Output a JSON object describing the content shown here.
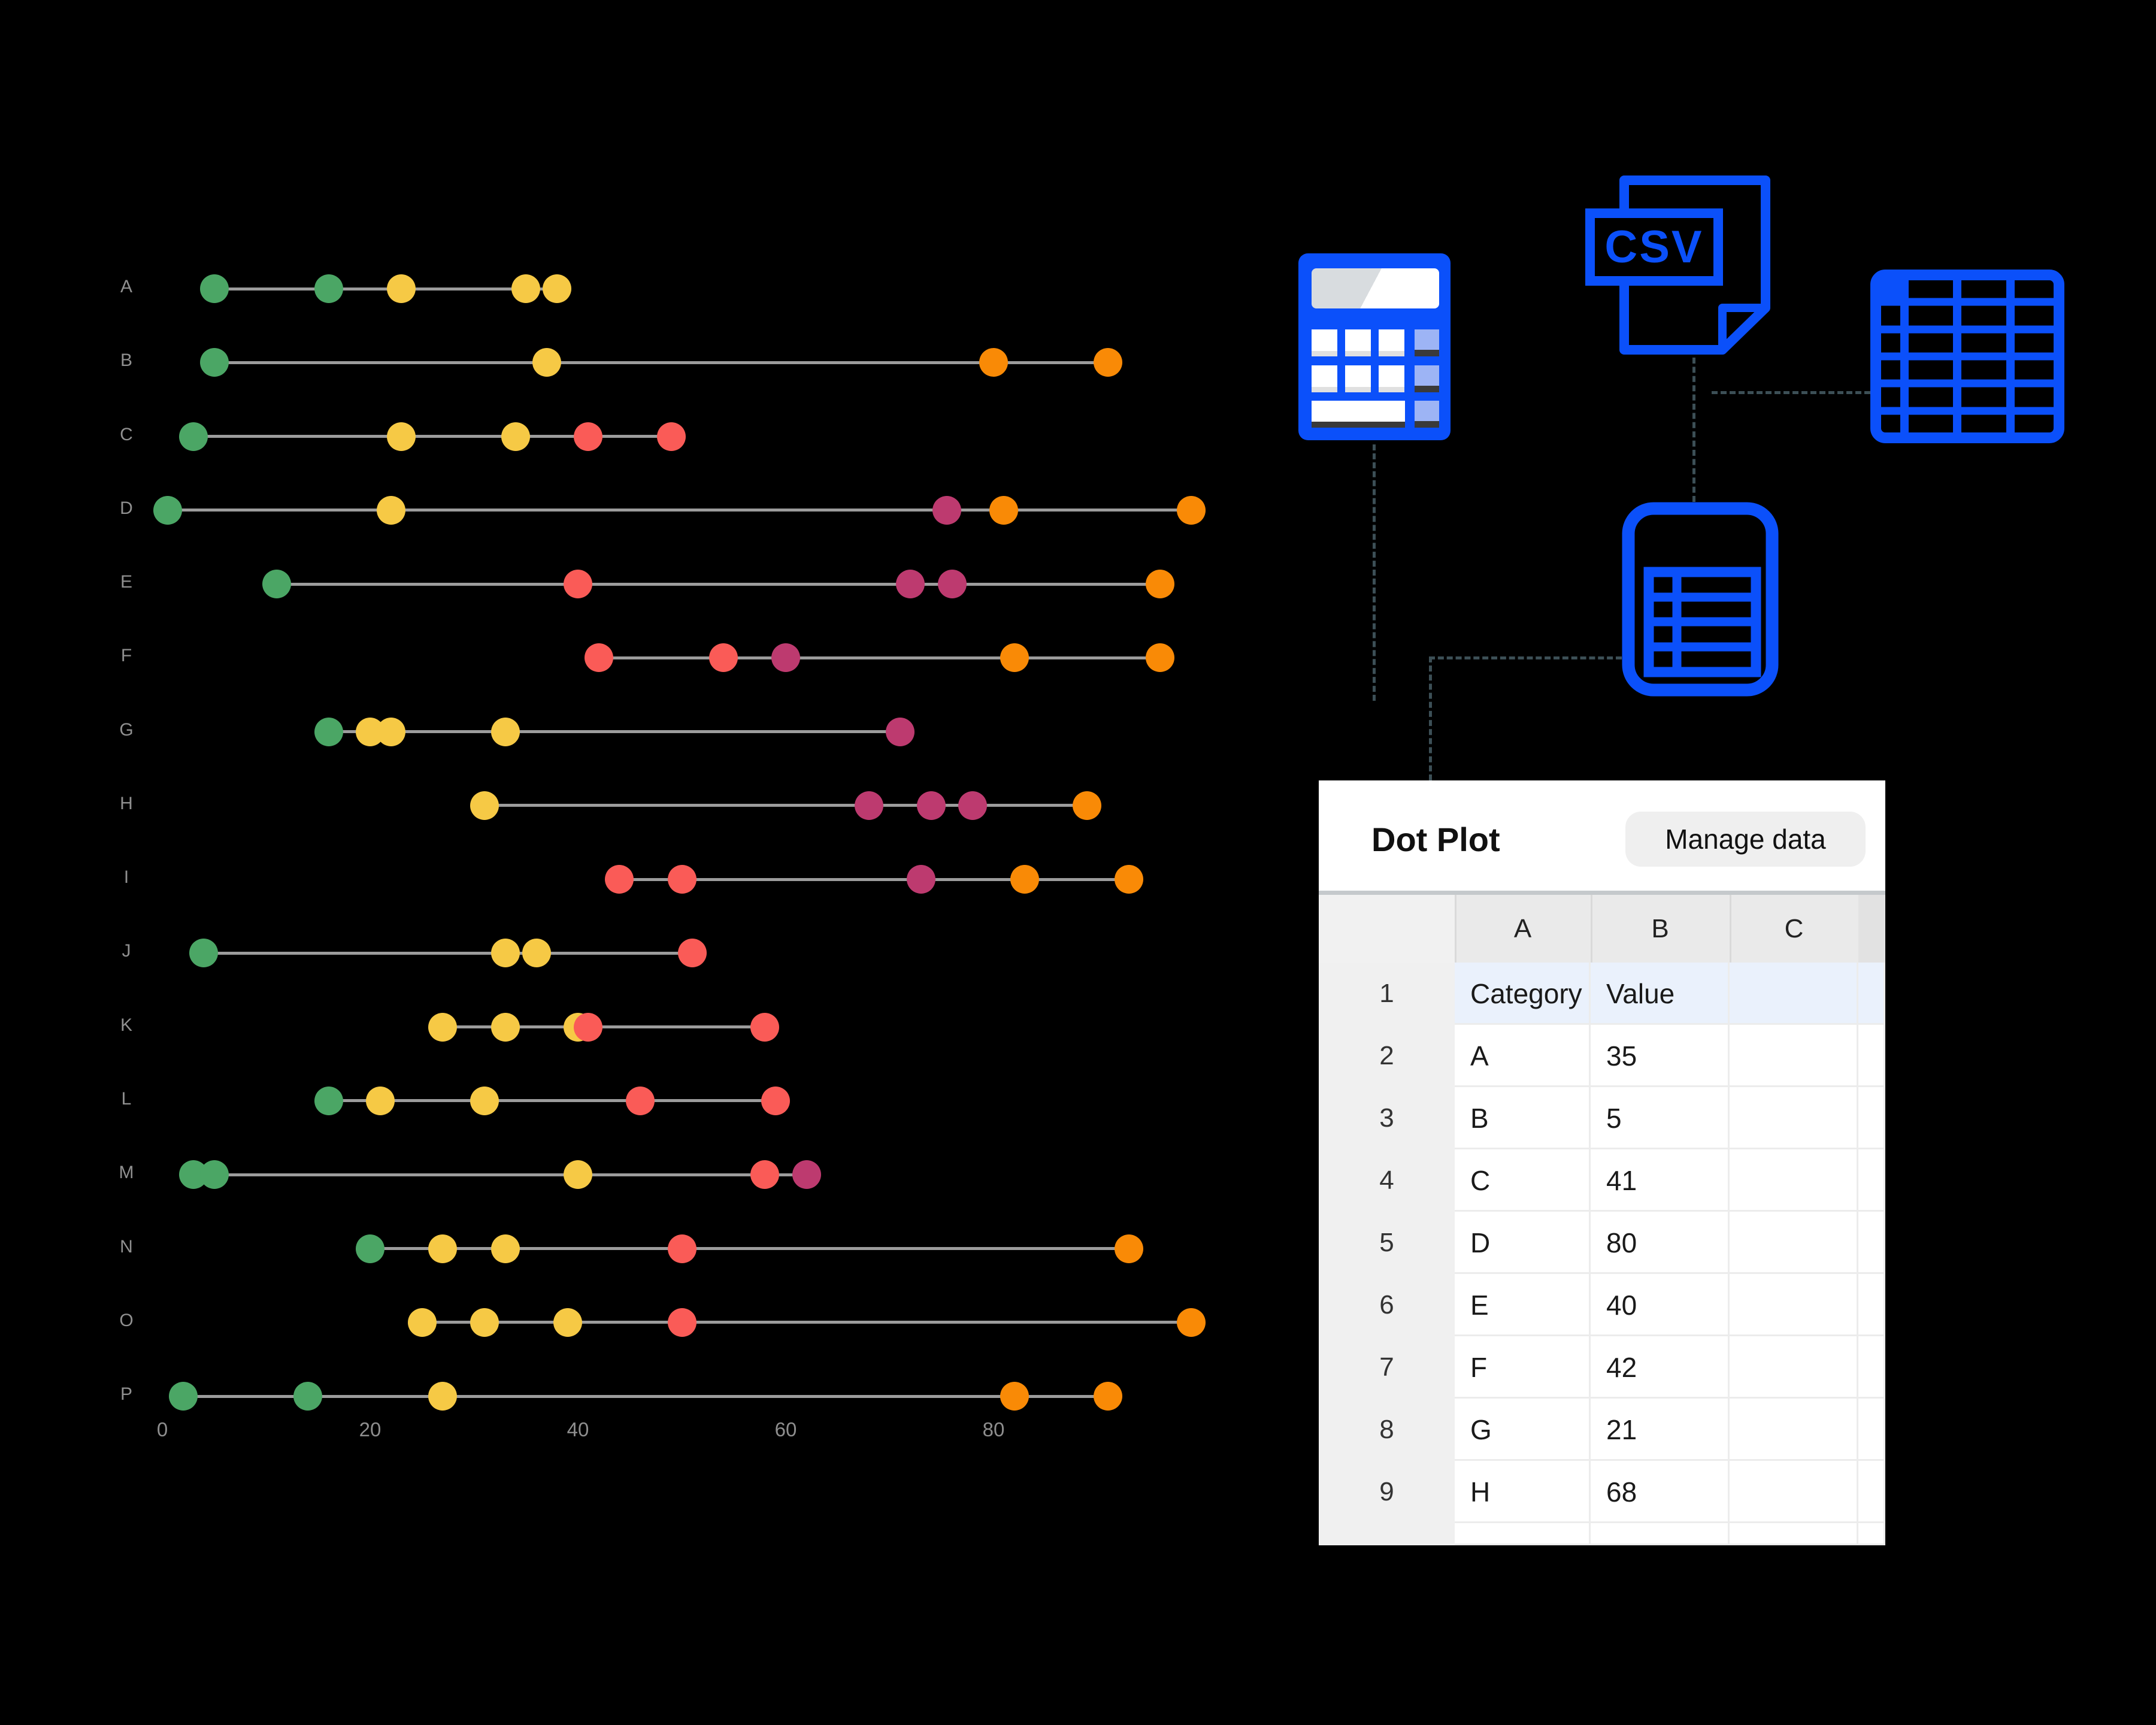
{
  "chart_data": {
    "type": "dot-plot",
    "orientation": "horizontal",
    "title": "",
    "xlabel": "",
    "ylabel": "",
    "xlim": [
      0,
      100
    ],
    "x_ticks": [
      0,
      20,
      40,
      60,
      80
    ],
    "grid": false,
    "palette": {
      "green": "#4BA665",
      "yellow": "#F6C945",
      "red": "#FA5B57",
      "magenta": "#BD3A6F",
      "orange": "#F98A06"
    },
    "line_color": "#9C9C9C",
    "label_color": "#909090",
    "rows": [
      {
        "label": "A",
        "dots": [
          {
            "v": 5,
            "c": "green"
          },
          {
            "v": 16,
            "c": "green"
          },
          {
            "v": 23,
            "c": "yellow"
          },
          {
            "v": 35,
            "c": "yellow"
          },
          {
            "v": 38,
            "c": "yellow"
          }
        ]
      },
      {
        "label": "B",
        "dots": [
          {
            "v": 5,
            "c": "green"
          },
          {
            "v": 37,
            "c": "yellow"
          },
          {
            "v": 80,
            "c": "orange"
          },
          {
            "v": 91,
            "c": "orange"
          }
        ]
      },
      {
        "label": "C",
        "dots": [
          {
            "v": 3,
            "c": "green"
          },
          {
            "v": 23,
            "c": "yellow"
          },
          {
            "v": 34,
            "c": "yellow"
          },
          {
            "v": 41,
            "c": "red"
          },
          {
            "v": 49,
            "c": "red"
          }
        ]
      },
      {
        "label": "D",
        "dots": [
          {
            "v": 0.5,
            "c": "green"
          },
          {
            "v": 22,
            "c": "yellow"
          },
          {
            "v": 75.5,
            "c": "magenta"
          },
          {
            "v": 81,
            "c": "orange"
          },
          {
            "v": 99,
            "c": "orange"
          }
        ]
      },
      {
        "label": "E",
        "dots": [
          {
            "v": 11,
            "c": "green"
          },
          {
            "v": 40,
            "c": "red"
          },
          {
            "v": 72,
            "c": "magenta"
          },
          {
            "v": 76,
            "c": "magenta"
          },
          {
            "v": 96,
            "c": "orange"
          }
        ]
      },
      {
        "label": "F",
        "dots": [
          {
            "v": 42,
            "c": "red"
          },
          {
            "v": 54,
            "c": "red"
          },
          {
            "v": 60,
            "c": "magenta"
          },
          {
            "v": 82,
            "c": "orange"
          },
          {
            "v": 96,
            "c": "orange"
          }
        ]
      },
      {
        "label": "G",
        "dots": [
          {
            "v": 16,
            "c": "green"
          },
          {
            "v": 20,
            "c": "yellow"
          },
          {
            "v": 22,
            "c": "yellow"
          },
          {
            "v": 33,
            "c": "yellow"
          },
          {
            "v": 71,
            "c": "magenta"
          }
        ]
      },
      {
        "label": "H",
        "dots": [
          {
            "v": 31,
            "c": "yellow"
          },
          {
            "v": 68,
            "c": "magenta"
          },
          {
            "v": 74,
            "c": "magenta"
          },
          {
            "v": 78,
            "c": "magenta"
          },
          {
            "v": 89,
            "c": "orange"
          }
        ]
      },
      {
        "label": "I",
        "dots": [
          {
            "v": 44,
            "c": "red"
          },
          {
            "v": 50,
            "c": "red"
          },
          {
            "v": 73,
            "c": "magenta"
          },
          {
            "v": 83,
            "c": "orange"
          },
          {
            "v": 93,
            "c": "orange"
          }
        ]
      },
      {
        "label": "J",
        "dots": [
          {
            "v": 4,
            "c": "green"
          },
          {
            "v": 33,
            "c": "yellow"
          },
          {
            "v": 36,
            "c": "yellow"
          },
          {
            "v": 51,
            "c": "red"
          }
        ]
      },
      {
        "label": "K",
        "dots": [
          {
            "v": 27,
            "c": "yellow"
          },
          {
            "v": 33,
            "c": "yellow"
          },
          {
            "v": 40,
            "c": "yellow"
          },
          {
            "v": 41,
            "c": "red"
          },
          {
            "v": 58,
            "c": "red"
          }
        ]
      },
      {
        "label": "L",
        "dots": [
          {
            "v": 16,
            "c": "green"
          },
          {
            "v": 21,
            "c": "yellow"
          },
          {
            "v": 31,
            "c": "yellow"
          },
          {
            "v": 46,
            "c": "red"
          },
          {
            "v": 59,
            "c": "red"
          }
        ]
      },
      {
        "label": "M",
        "dots": [
          {
            "v": 3,
            "c": "green"
          },
          {
            "v": 5,
            "c": "green"
          },
          {
            "v": 40,
            "c": "yellow"
          },
          {
            "v": 58,
            "c": "red"
          },
          {
            "v": 62,
            "c": "magenta"
          }
        ]
      },
      {
        "label": "N",
        "dots": [
          {
            "v": 20,
            "c": "green"
          },
          {
            "v": 27,
            "c": "yellow"
          },
          {
            "v": 33,
            "c": "yellow"
          },
          {
            "v": 50,
            "c": "red"
          },
          {
            "v": 93,
            "c": "orange"
          }
        ]
      },
      {
        "label": "O",
        "dots": [
          {
            "v": 25,
            "c": "yellow"
          },
          {
            "v": 31,
            "c": "yellow"
          },
          {
            "v": 39,
            "c": "yellow"
          },
          {
            "v": 50,
            "c": "red"
          },
          {
            "v": 99,
            "c": "orange"
          }
        ]
      },
      {
        "label": "P",
        "dots": [
          {
            "v": 2,
            "c": "green"
          },
          {
            "v": 14,
            "c": "green"
          },
          {
            "v": 27,
            "c": "yellow"
          },
          {
            "v": 82,
            "c": "orange"
          },
          {
            "v": 91,
            "c": "orange"
          }
        ]
      }
    ]
  },
  "icons": {
    "accent_blue": "#0B50FA",
    "periwinkle": "#9DB4F5",
    "dash_color": "#3C4F56",
    "csv_label": "CSV"
  },
  "panel": {
    "title": "Dot Plot",
    "manage_button": "Manage data",
    "columns": [
      "A",
      "B",
      "C"
    ],
    "rows": [
      {
        "n": "1",
        "a": "Category",
        "b": "Value",
        "highlight": true
      },
      {
        "n": "2",
        "a": "A",
        "b": "35"
      },
      {
        "n": "3",
        "a": "B",
        "b": "5"
      },
      {
        "n": "4",
        "a": "C",
        "b": "41"
      },
      {
        "n": "5",
        "a": "D",
        "b": "80"
      },
      {
        "n": "6",
        "a": "E",
        "b": "40"
      },
      {
        "n": "7",
        "a": "F",
        "b": "42"
      },
      {
        "n": "8",
        "a": "G",
        "b": "21"
      },
      {
        "n": "9",
        "a": "H",
        "b": "68"
      }
    ]
  }
}
